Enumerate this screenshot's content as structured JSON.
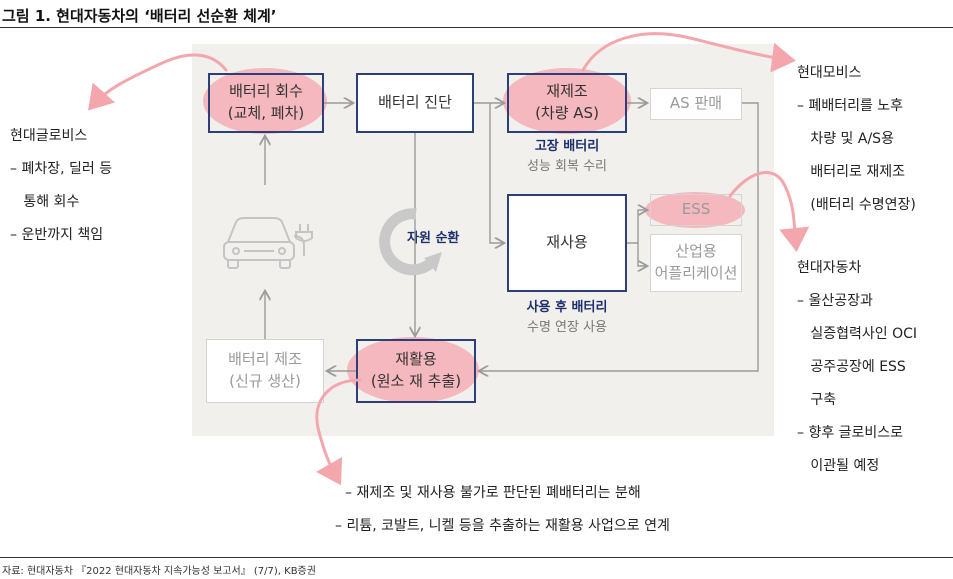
{
  "figure": {
    "title": "그림 1. 현대자동차의 ‘배터리 선순환 체계’",
    "source": "자료: 현대자동차 『2022 현대자동차 지속가능성 보고서』 (7/7), KB증권"
  },
  "boxes": {
    "collect": [
      "배터리 회수",
      "(교체, 폐차)"
    ],
    "diagnose": [
      "배터리 진단"
    ],
    "remanufacture": [
      "재제조",
      "(차량 AS)"
    ],
    "as_sales": [
      "AS 판매"
    ],
    "reuse": [
      "재사용"
    ],
    "ess": [
      "ESS"
    ],
    "industrial": [
      "산업용",
      "어플리케이션"
    ],
    "recycle": [
      "재활용",
      "(원소 재 추출)"
    ],
    "produce": [
      "배터리 제조",
      "(신규 생산)"
    ]
  },
  "labels": {
    "faulty_title": "고장 배터리",
    "faulty_sub": "성능 회복 수리",
    "used_title": "사용 후 배터리",
    "used_sub": "수명 연장 사용",
    "cycle": "자원 순환"
  },
  "annotations": {
    "glovis": [
      "현대글로비스",
      "– 폐차장, 딜러 등",
      "   통해 회수",
      "– 운반까지 책임"
    ],
    "mobis": [
      "현대모비스",
      "– 폐배터리를 노후",
      "   차량 및 A/S용",
      "   배터리로 재제조",
      "   (배터리 수명연장)"
    ],
    "hmc": [
      "현대자동차",
      "– 울산공장과",
      "   실증협력사인 OCI",
      "   공주공장에 ESS",
      "   구축",
      "– 향후 글로비스로",
      "   이관될 예정"
    ],
    "recycle_note": [
      "– 재제조 및 재사용 불가로 판단된 폐배터리는 분해",
      "– 리튬, 코발트, 니켈 등을 추출하는 재활용 사업으로 연계"
    ]
  },
  "colors": {
    "box_border": "#2d3f78",
    "highlight": "#f4a6ad",
    "panel": "#f1f0ed",
    "arrow": "#9a9a9a",
    "label_bold": "#1e2f6d"
  },
  "icons": [
    "electric-car-icon",
    "recycle-cycle-icon"
  ]
}
